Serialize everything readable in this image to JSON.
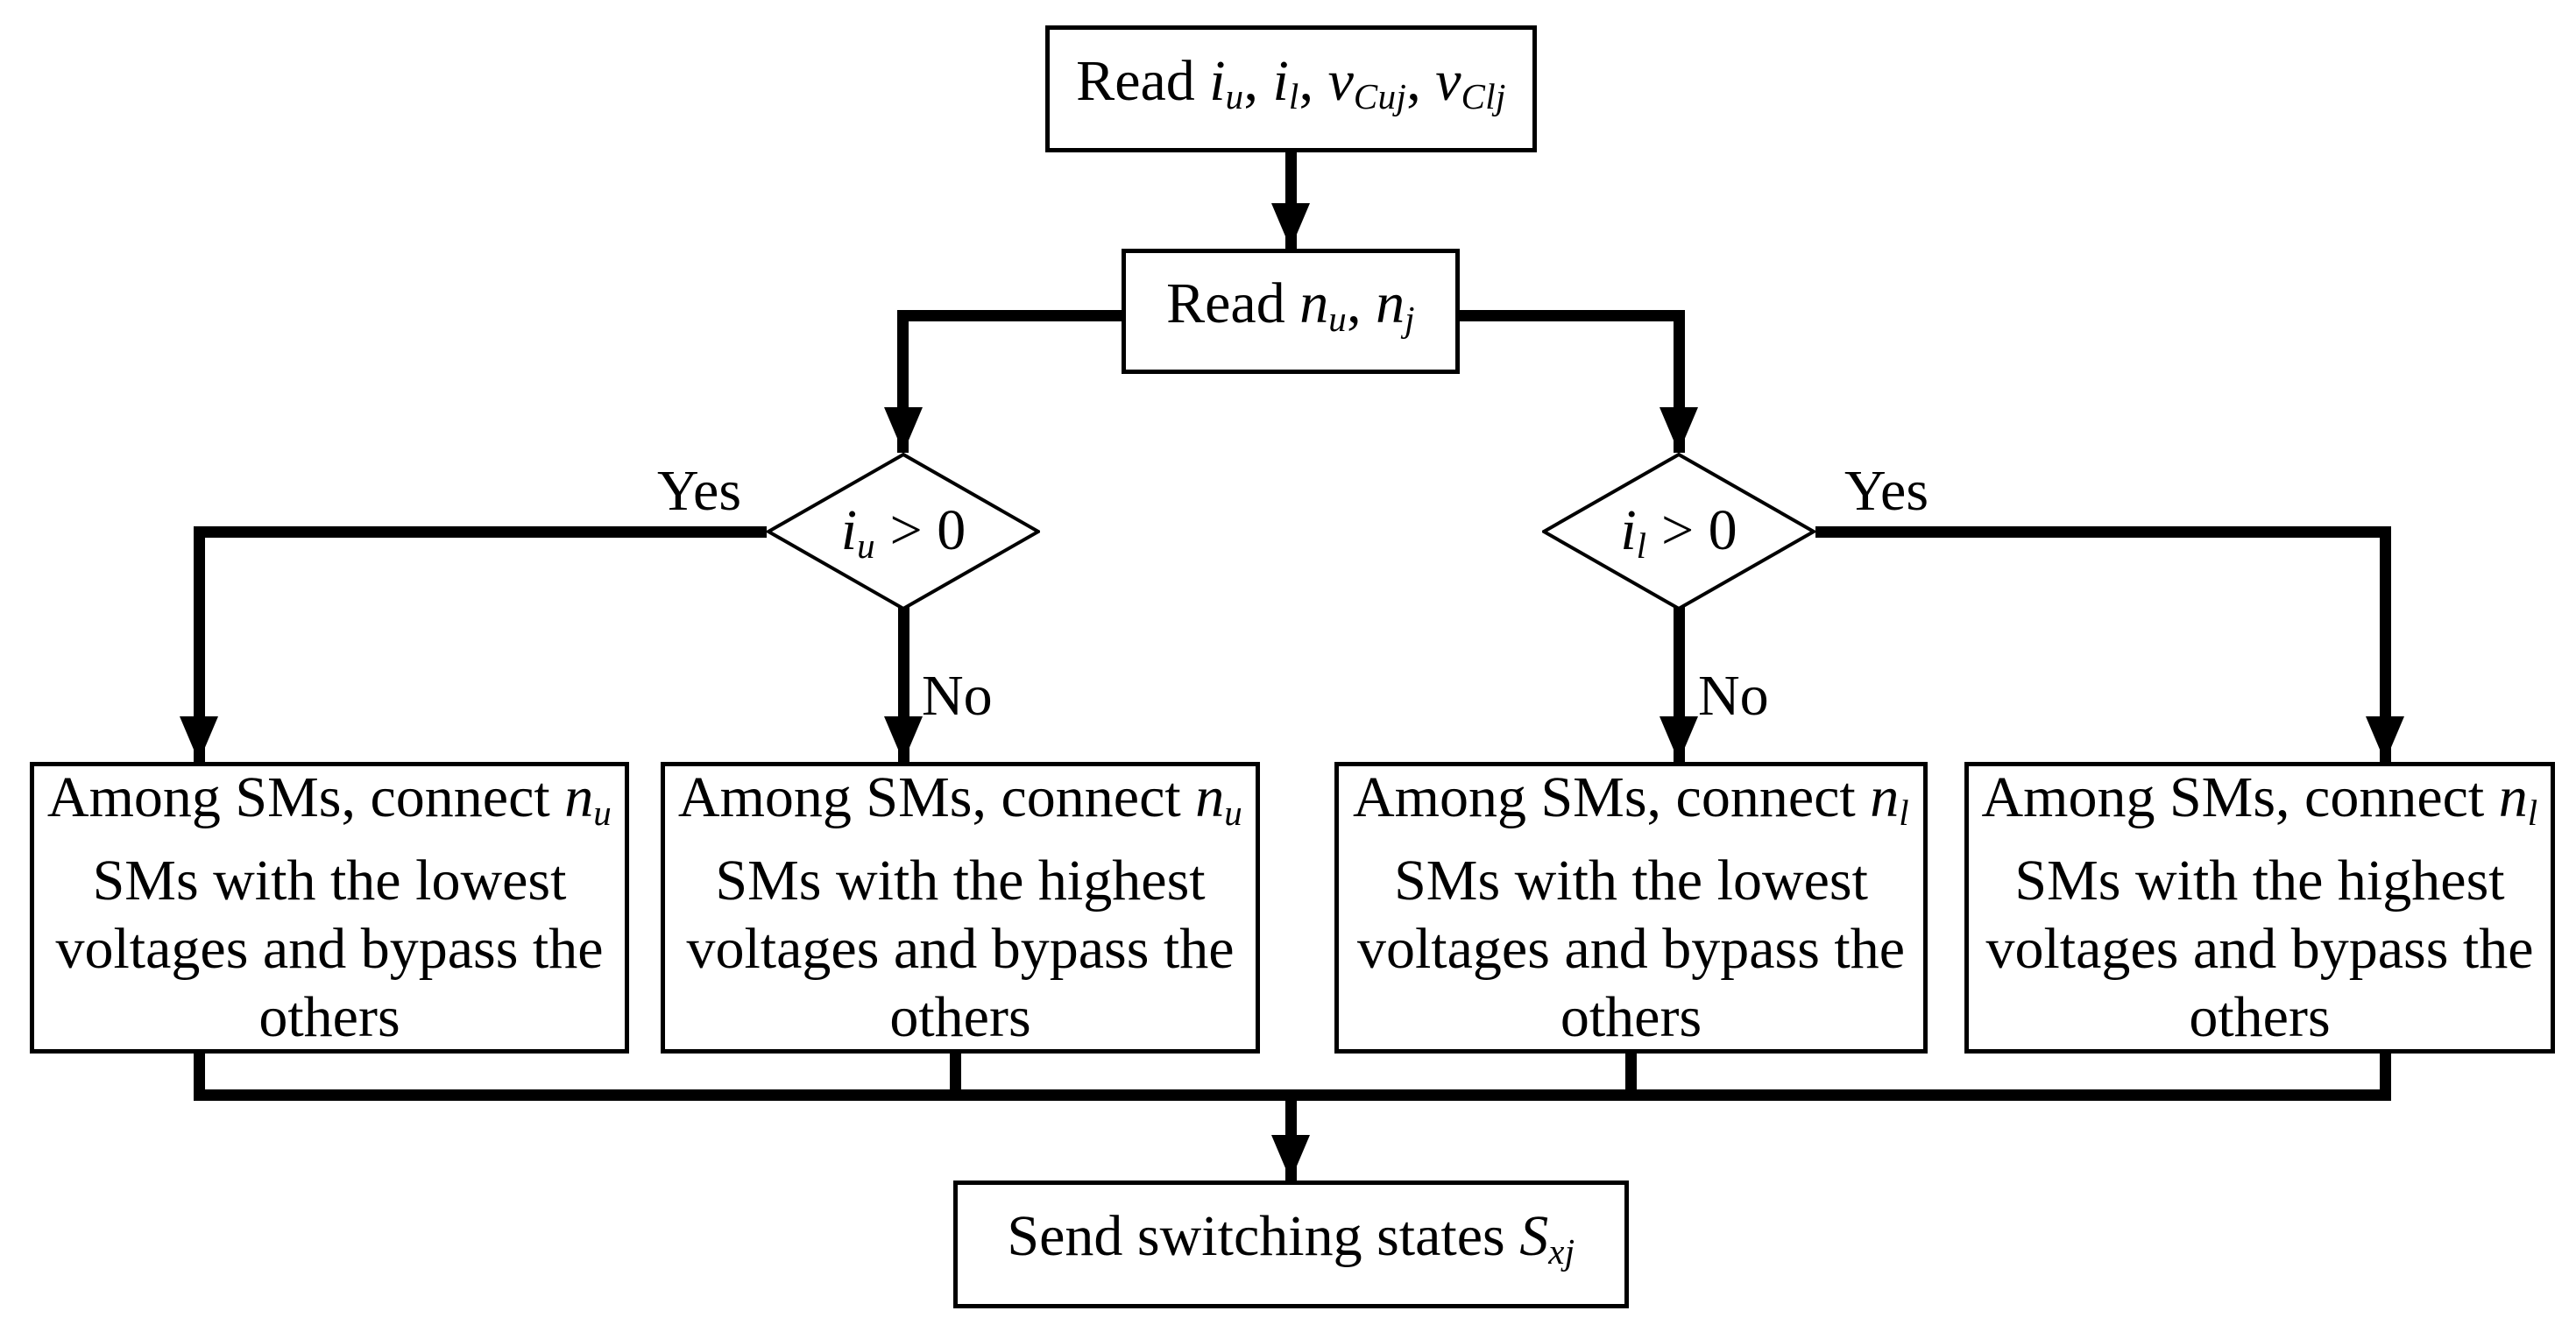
{
  "figure": {
    "type": "flowchart",
    "background": "#ffffff",
    "line_color": "#000000",
    "text_color": "#000000"
  },
  "labels": {
    "yes_left": "Yes",
    "no_left": "No",
    "yes_right": "Yes",
    "no_right": "No"
  },
  "nodes": {
    "read_inputs": {
      "plain_text": "Read iu, il, vCuj, vClj",
      "lines": [
        [
          {
            "t": "Read ",
            "s": "p"
          },
          {
            "t": "i",
            "s": "v"
          },
          {
            "t": "u",
            "s": "vs"
          },
          {
            "t": ", ",
            "s": "p"
          },
          {
            "t": "i",
            "s": "v"
          },
          {
            "t": "l",
            "s": "vs"
          },
          {
            "t": ", ",
            "s": "p"
          },
          {
            "t": "v",
            "s": "v"
          },
          {
            "t": "Cuj",
            "s": "vs"
          },
          {
            "t": ", ",
            "s": "p"
          },
          {
            "t": "v",
            "s": "v"
          },
          {
            "t": "Clj",
            "s": "vs"
          }
        ]
      ]
    },
    "read_n": {
      "plain_text": "Read nu, nj",
      "lines": [
        [
          {
            "t": "Read ",
            "s": "p"
          },
          {
            "t": "n",
            "s": "v"
          },
          {
            "t": "u",
            "s": "vs"
          },
          {
            "t": ", ",
            "s": "p"
          },
          {
            "t": "n",
            "s": "v"
          },
          {
            "t": "j",
            "s": "vs"
          }
        ]
      ]
    },
    "decision_upper": {
      "plain_text": "iu > 0",
      "lines": [
        [
          {
            "t": "i",
            "s": "v"
          },
          {
            "t": "u",
            "s": "vs"
          },
          {
            "t": " > 0",
            "s": "p"
          }
        ]
      ]
    },
    "decision_lower": {
      "plain_text": "il > 0",
      "lines": [
        [
          {
            "t": "i",
            "s": "v"
          },
          {
            "t": "l",
            "s": "vs"
          },
          {
            "t": " > 0",
            "s": "p"
          }
        ]
      ]
    },
    "action_upper_lowest": {
      "plain_text": "Among SMs, connect nu SMs with the lowest voltages and bypass the others",
      "lines": [
        [
          {
            "t": "Among SMs, connect ",
            "s": "p"
          },
          {
            "t": "n",
            "s": "v"
          },
          {
            "t": "u",
            "s": "vs"
          }
        ],
        [
          {
            "t": "SMs with the lowest",
            "s": "p"
          }
        ],
        [
          {
            "t": "voltages and bypass the",
            "s": "p"
          }
        ],
        [
          {
            "t": "others",
            "s": "p"
          }
        ]
      ]
    },
    "action_upper_highest": {
      "plain_text": "Among SMs, connect nu SMs with the highest voltages and bypass the others",
      "lines": [
        [
          {
            "t": "Among SMs, connect ",
            "s": "p"
          },
          {
            "t": "n",
            "s": "v"
          },
          {
            "t": "u",
            "s": "vs"
          }
        ],
        [
          {
            "t": "SMs with the highest",
            "s": "p"
          }
        ],
        [
          {
            "t": "voltages and bypass the",
            "s": "p"
          }
        ],
        [
          {
            "t": "others",
            "s": "p"
          }
        ]
      ]
    },
    "action_lower_lowest": {
      "plain_text": "Among SMs, connect nl SMs with the lowest voltages and bypass the others",
      "lines": [
        [
          {
            "t": "Among SMs, connect ",
            "s": "p"
          },
          {
            "t": "n",
            "s": "v"
          },
          {
            "t": "l",
            "s": "vs"
          }
        ],
        [
          {
            "t": "SMs with the lowest",
            "s": "p"
          }
        ],
        [
          {
            "t": "voltages and bypass the",
            "s": "p"
          }
        ],
        [
          {
            "t": "others",
            "s": "p"
          }
        ]
      ]
    },
    "action_lower_highest": {
      "plain_text": "Among SMs, connect nl SMs with the highest voltages and bypass the others",
      "lines": [
        [
          {
            "t": "Among SMs, connect ",
            "s": "p"
          },
          {
            "t": "n",
            "s": "v"
          },
          {
            "t": "l",
            "s": "vs"
          }
        ],
        [
          {
            "t": "SMs with the highest",
            "s": "p"
          }
        ],
        [
          {
            "t": "voltages and bypass the",
            "s": "p"
          }
        ],
        [
          {
            "t": "others",
            "s": "p"
          }
        ]
      ]
    },
    "send_states": {
      "plain_text": "Send switching states Sxj",
      "lines": [
        [
          {
            "t": "Send switching states ",
            "s": "p"
          },
          {
            "t": "S",
            "s": "v"
          },
          {
            "t": "xj",
            "s": "vs"
          }
        ]
      ]
    }
  }
}
